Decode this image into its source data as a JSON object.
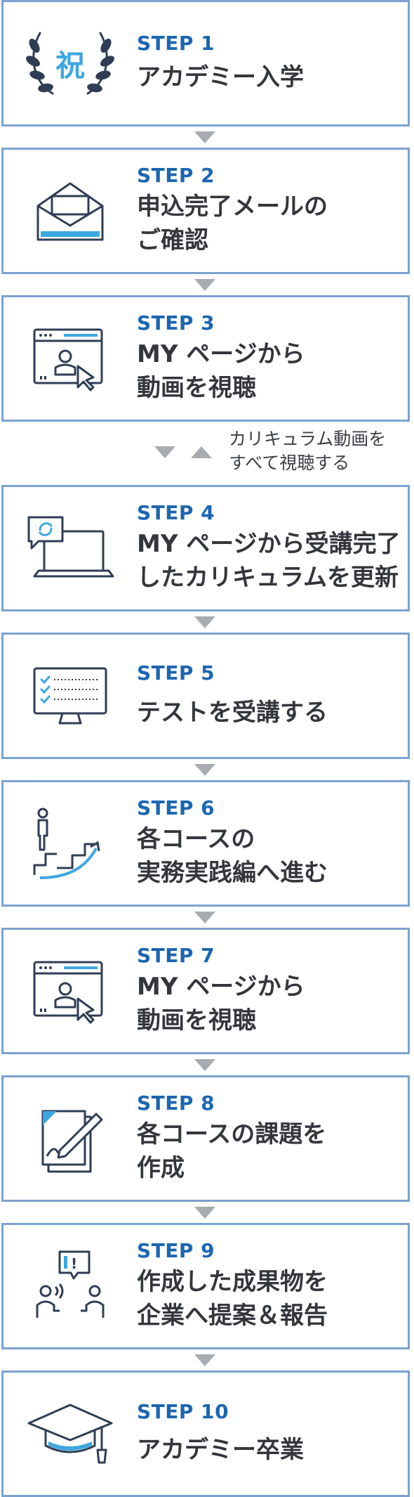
{
  "steps": [
    {
      "step": "STEP 1",
      "title": "アカデミー入学",
      "icon": "celebration-laurel-icon",
      "icon_char": "祝"
    },
    {
      "step": "STEP 2",
      "title": "申込完了メールの\nご確認",
      "icon": "envelope-icon"
    },
    {
      "step": "STEP 3",
      "title": "MY ページから\n動画を視聴",
      "icon": "video-browser-icon"
    },
    {
      "step": "STEP 4",
      "title": "MY ページから受講完了\nしたカリキュラムを更新",
      "icon": "laptop-update-icon"
    },
    {
      "step": "STEP 5",
      "title": "テストを受講する",
      "icon": "monitor-checklist-icon"
    },
    {
      "step": "STEP 6",
      "title": "各コースの\n実務実践編へ進む",
      "icon": "stairs-progress-icon"
    },
    {
      "step": "STEP 7",
      "title": "MY ページから\n動画を視聴",
      "icon": "video-browser-icon"
    },
    {
      "step": "STEP 8",
      "title": "各コースの課題を\n作成",
      "icon": "notebook-pen-icon"
    },
    {
      "step": "STEP 9",
      "title": "作成した成果物を\n企業へ提案＆報告",
      "icon": "presentation-people-icon"
    },
    {
      "step": "STEP 10",
      "title": "アカデミー卒業",
      "icon": "graduation-cap-icon"
    }
  ],
  "loop_note": "カリキュラム動画を\nすべて視聴する",
  "colors": {
    "accent": "#1c66b1",
    "border": "#7ba2cf",
    "arrow": "#a8abb0",
    "icon_blue": "#3da7e0",
    "icon_dark": "#2f3e55"
  }
}
